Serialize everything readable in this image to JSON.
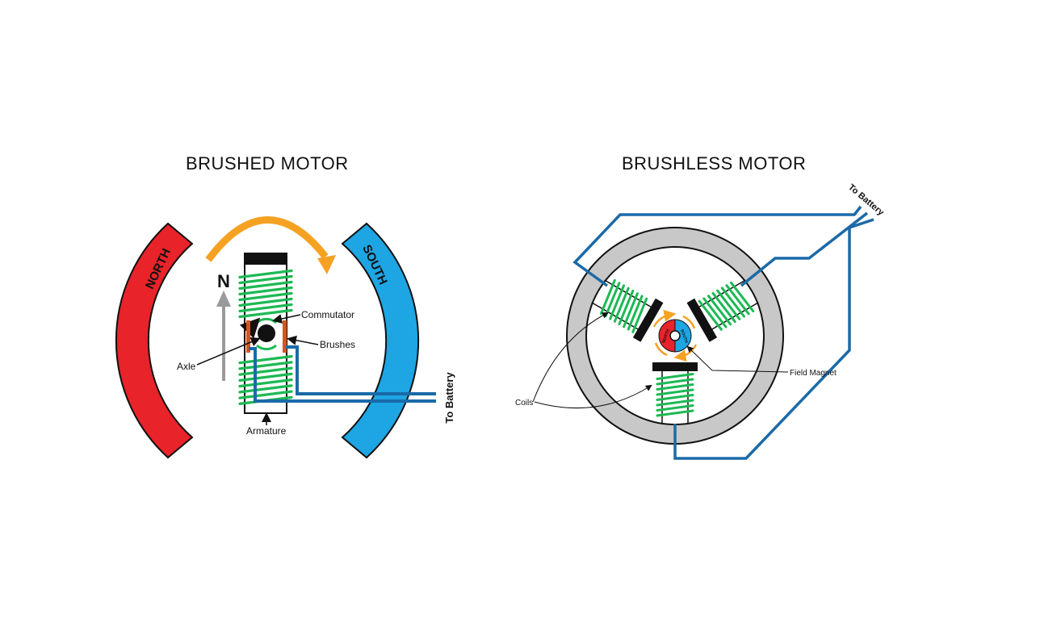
{
  "brushed": {
    "title": "BRUSHED MOTOR",
    "north_label": "NORTH",
    "south_label": "SOUTH",
    "field_letter": "N",
    "labels": {
      "commutator": "Commutator",
      "brushes": "Brushes",
      "axle": "Axle",
      "armature": "Armature",
      "battery": "To Battery"
    }
  },
  "brushless": {
    "title": "BRUSHLESS MOTOR",
    "battery": "To Battery",
    "coils": "Coils",
    "field_magnet": "Field Magnet",
    "magnet_north": "NORTH",
    "magnet_south": "SOUTH"
  },
  "colors": {
    "north": "#e8232a",
    "south": "#1ea5e4",
    "coil": "#1db954",
    "arrow": "#f5a223",
    "wire": "#1a6aa8",
    "brush": "#d9531e",
    "stator": "#c8c8c8",
    "dark": "#111111"
  }
}
